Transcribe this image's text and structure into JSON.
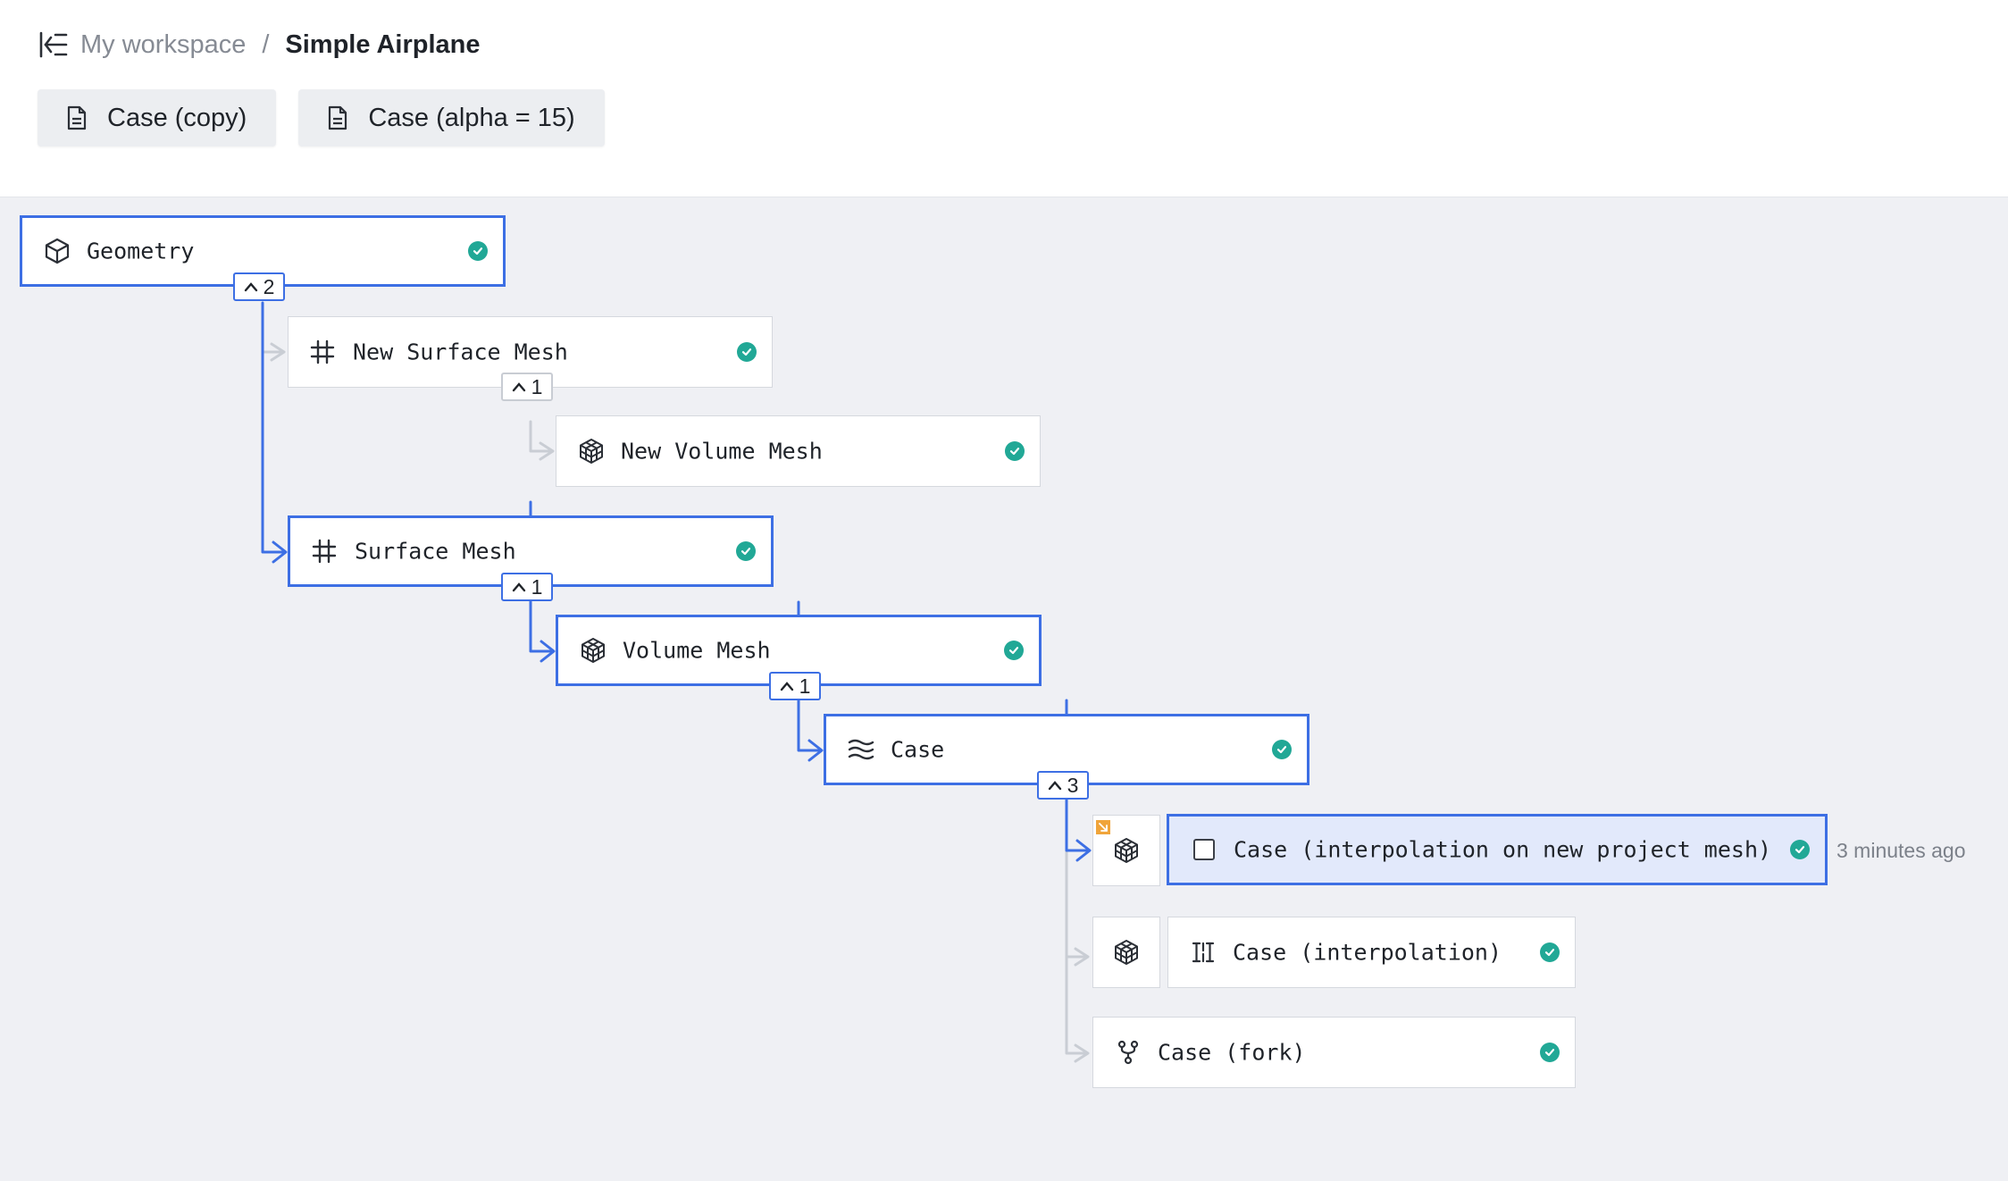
{
  "breadcrumb": {
    "workspace": "My workspace",
    "separator": "/",
    "project": "Simple Airplane"
  },
  "tabs": [
    {
      "label": "Case (copy)",
      "icon": "document-icon"
    },
    {
      "label": "Case (alpha = 15)",
      "icon": "document-icon"
    }
  ],
  "nodes": {
    "geometry": {
      "label": "Geometry",
      "icon": "cube-icon",
      "status": "completed"
    },
    "new_surface_mesh": {
      "label": "New Surface Mesh",
      "icon": "grid-icon",
      "status": "completed"
    },
    "new_volume_mesh": {
      "label": "New Volume Mesh",
      "icon": "mesh-cube-icon",
      "status": "completed"
    },
    "surface_mesh": {
      "label": "Surface Mesh",
      "icon": "grid-icon",
      "status": "completed"
    },
    "volume_mesh": {
      "label": "Volume Mesh",
      "icon": "mesh-cube-icon",
      "status": "completed"
    },
    "case": {
      "label": "Case",
      "icon": "wave-icon",
      "status": "completed"
    },
    "case_interp_new": {
      "label": "Case (interpolation on new project mesh)",
      "icon": "mesh-cube-icon",
      "status": "completed",
      "timestamp": "3 minutes ago"
    },
    "case_interp": {
      "label": "Case (interpolation)",
      "icon": "interpolate-icon",
      "status": "completed"
    },
    "case_fork": {
      "label": "Case (fork)",
      "icon": "fork-icon",
      "status": "completed"
    }
  },
  "badges": {
    "geometry": "2",
    "new_surface_mesh": "1",
    "surface_mesh": "1",
    "volume_mesh": "1",
    "case": "3"
  },
  "colors": {
    "accent": "#3d6fe4",
    "success": "#21a896",
    "canvas_bg": "#eff0f4",
    "flag": "#f0a43a"
  }
}
